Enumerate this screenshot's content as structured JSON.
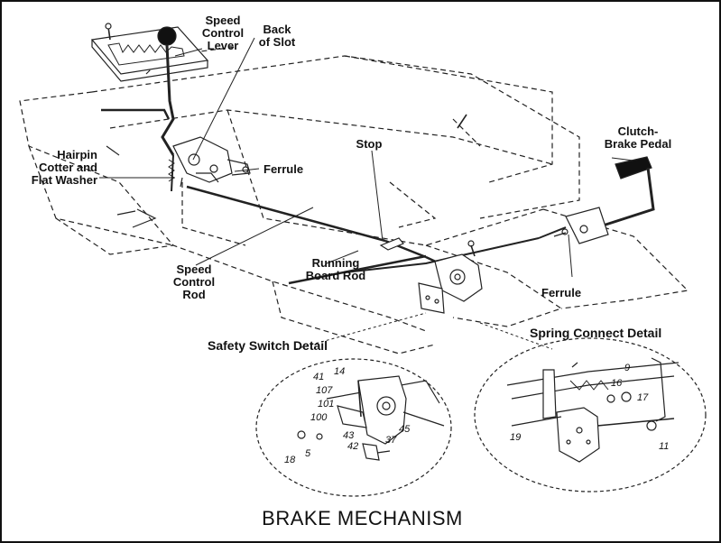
{
  "title": "BRAKE MECHANISM",
  "labels": {
    "speed_control_lever": "Speed\nControl\nLever",
    "back_of_slot": "Back\nof Slot",
    "hairpin_cotter": "Hairpin\nCotter and\nFlat Washer",
    "ferrule_left": "Ferrule",
    "stop": "Stop",
    "clutch_brake_pedal": "Clutch-\nBrake Pedal",
    "speed_control_rod": "Speed\nControl\nRod",
    "running_board_rod": "Running\nBoard Rod",
    "ferrule_right": "Ferrule"
  },
  "details": {
    "safety_switch": {
      "title": "Safety Switch Detail",
      "parts": [
        "41",
        "14",
        "107",
        "101",
        "100",
        "45",
        "43",
        "37",
        "42",
        "5",
        "18"
      ]
    },
    "spring_connect": {
      "title": "Spring Connect Detail",
      "parts": [
        "9",
        "16",
        "17",
        "19",
        "11"
      ]
    }
  }
}
